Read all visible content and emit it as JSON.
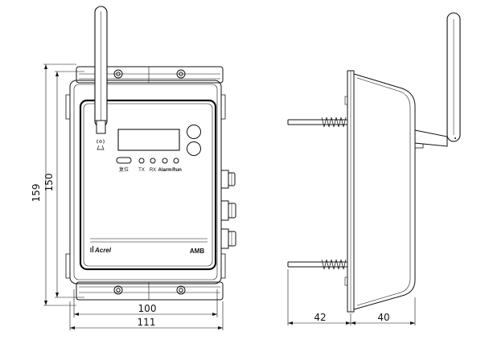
{
  "dimensions": {
    "front_height_outer": "159",
    "front_height_inner": "150",
    "front_width_inner": "100",
    "front_width_outer": "111",
    "side_mount_depth": "42",
    "side_body_depth": "40"
  },
  "panel": {
    "indicator_label_1": "TX",
    "indicator_label_2": "RX",
    "indicator_label_3": "Alarm",
    "indicator_label_4": "Run",
    "button_label": "复位",
    "brand": "Acrel",
    "model": "AMB"
  }
}
